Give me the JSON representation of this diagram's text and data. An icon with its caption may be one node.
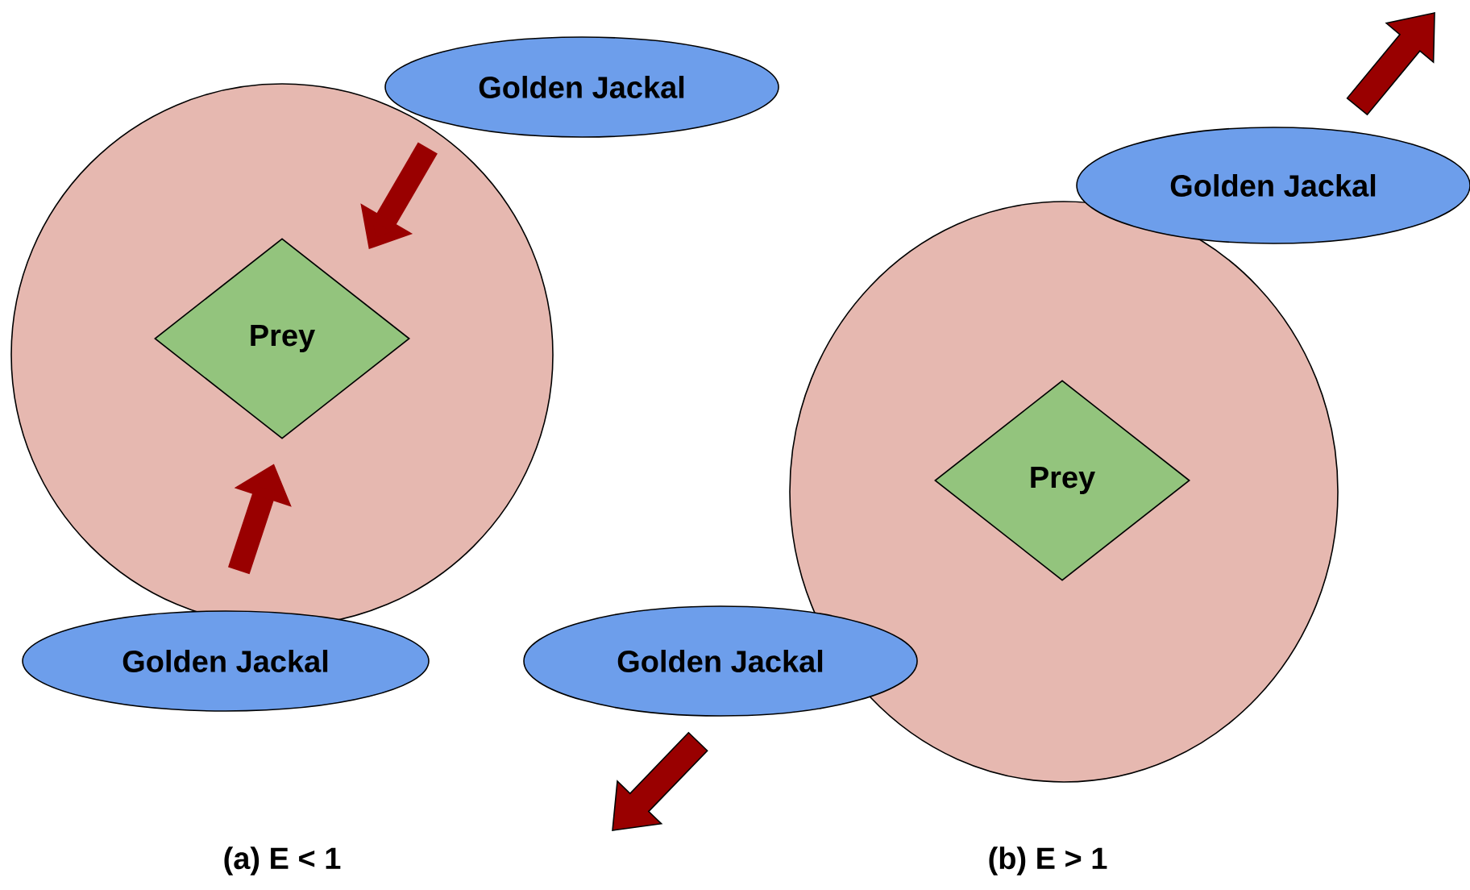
{
  "diagram": {
    "nodes": [
      {
        "text": [],
        "shape": "circle"
      },
      {
        "text": [
          "Prey"
        ],
        "in": 0
      },
      {
        "text": [
          "Golden Jackal"
        ]
      },
      {
        "text": [
          "Golden Jackal"
        ]
      },
      {
        "text": [],
        "shape": "circle"
      },
      {
        "text": [
          "Prey"
        ],
        "in": 4
      },
      {
        "text": [
          "Golden Jackal"
        ]
      },
      {
        "text": [
          "Golden Jackal"
        ]
      }
    ],
    "edges": [
      {
        "from": 2,
        "to": 1,
        "arrow": "to"
      },
      {
        "from": 3,
        "to": 1,
        "arrow": "to"
      }
    ],
    "labels": [
      "(a) E < 1",
      "(b) E > 1"
    ]
  }
}
